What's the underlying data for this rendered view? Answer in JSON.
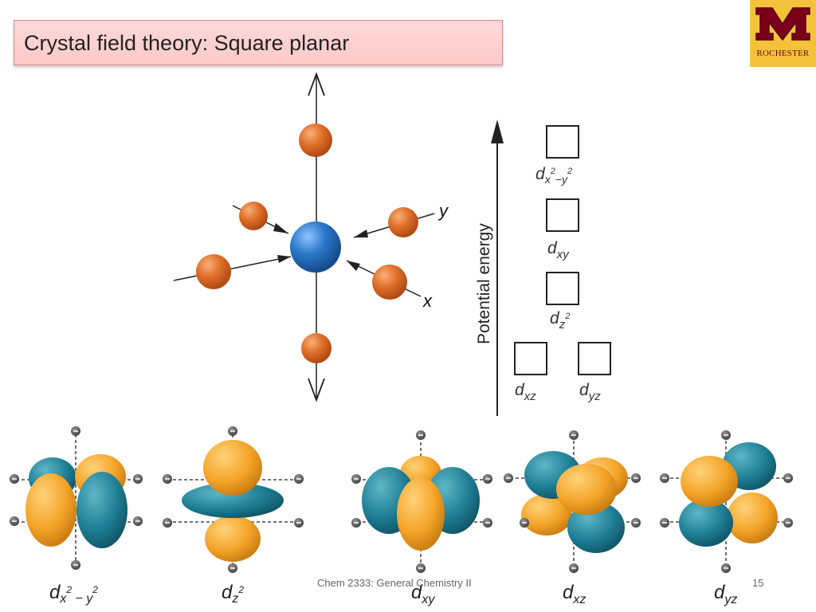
{
  "slide": {
    "title": "Crystal field theory: Square planar",
    "footer": "Chem 2333: General Chemistry II",
    "page_number": "15"
  },
  "logo": {
    "word": "ROCHESTER",
    "color_gold": "#f2c33a",
    "color_maroon": "#7a0019"
  },
  "geometry_diagram": {
    "axis_labels": {
      "x": "x",
      "y": "y"
    },
    "ligand_color": "#e0702a",
    "metal_color": "#2a78c8"
  },
  "energy_diagram": {
    "axis_label": "Potential energy",
    "levels": [
      {
        "base": "d",
        "sub": "x",
        "sup": "2",
        "sub2": "−y",
        "sup2": "2"
      },
      {
        "base": "d",
        "sub": "xy"
      },
      {
        "base": "d",
        "sub": "z",
        "sup": "2"
      },
      {
        "base": "d",
        "sub": "xz"
      },
      {
        "base": "d",
        "sub": "yz"
      }
    ]
  },
  "orbitals": {
    "colors": {
      "lobe_orange": "#f4a428",
      "lobe_teal": "#1f7f95"
    },
    "labels": [
      {
        "base": "d",
        "sub": "x",
        "sup": "2",
        "sub2": " − y",
        "sup2": "2"
      },
      {
        "base": "d",
        "sub": "z",
        "sup": "2"
      },
      {
        "base": "d",
        "sub": "xy"
      },
      {
        "base": "d",
        "sub": "xz"
      },
      {
        "base": "d",
        "sub": "yz"
      }
    ]
  }
}
